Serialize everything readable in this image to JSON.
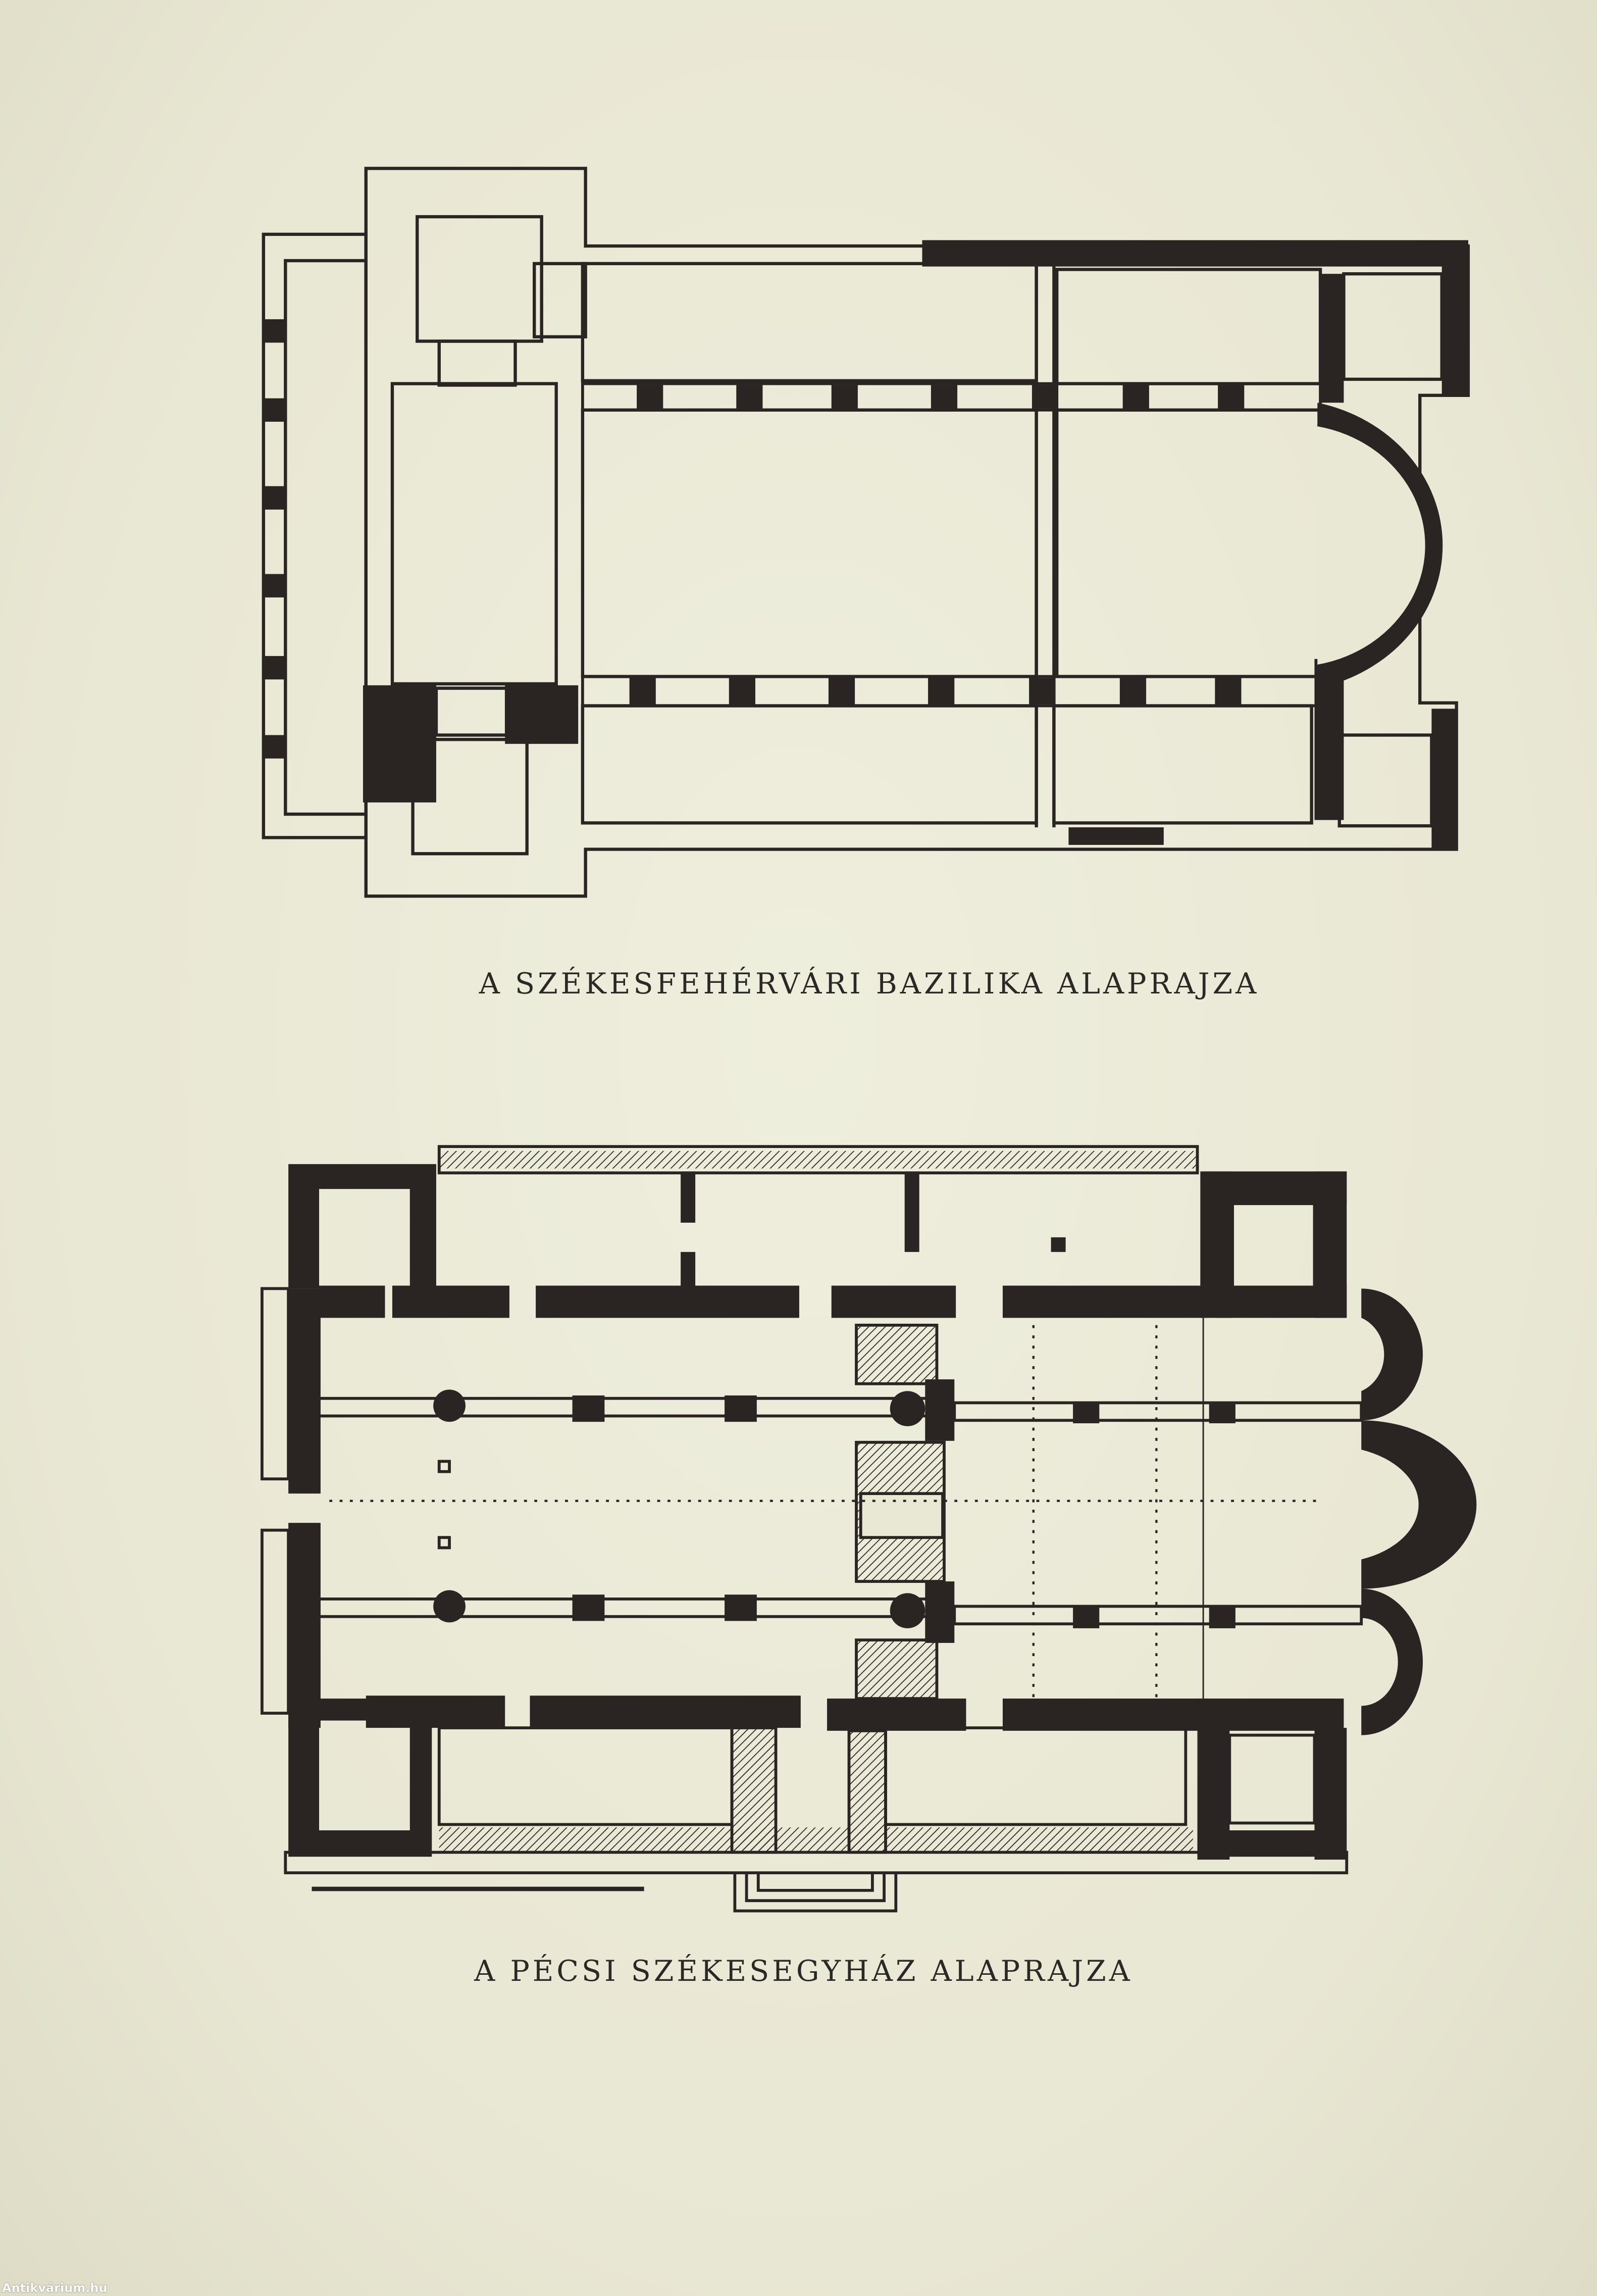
{
  "figures": [
    {
      "caption": "A SZÉKESFEHÉRVÁRI BAZILIKA ALAPRAJZA"
    },
    {
      "caption": "A PÉCSI SZÉKESEGYHÁZ ALAPRAJZA"
    }
  ],
  "watermark": "Antikvárium.hu",
  "colors": {
    "paper": "#e9e8d5",
    "ink": "#2a2522"
  }
}
